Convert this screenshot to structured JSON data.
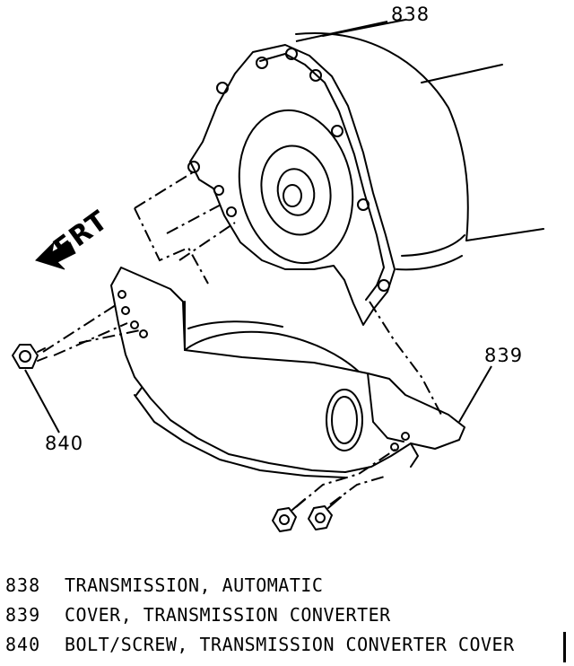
{
  "callouts": {
    "c838": "838",
    "c839": "839",
    "c840": "840"
  },
  "direction_label": "FRT",
  "legend": [
    {
      "number": "838",
      "text": "TRANSMISSION, AUTOMATIC"
    },
    {
      "number": "839",
      "text": "COVER, TRANSMISSION CONVERTER"
    },
    {
      "number": "840",
      "text": "BOLT/SCREW, TRANSMISSION CONVERTER COVER"
    }
  ]
}
